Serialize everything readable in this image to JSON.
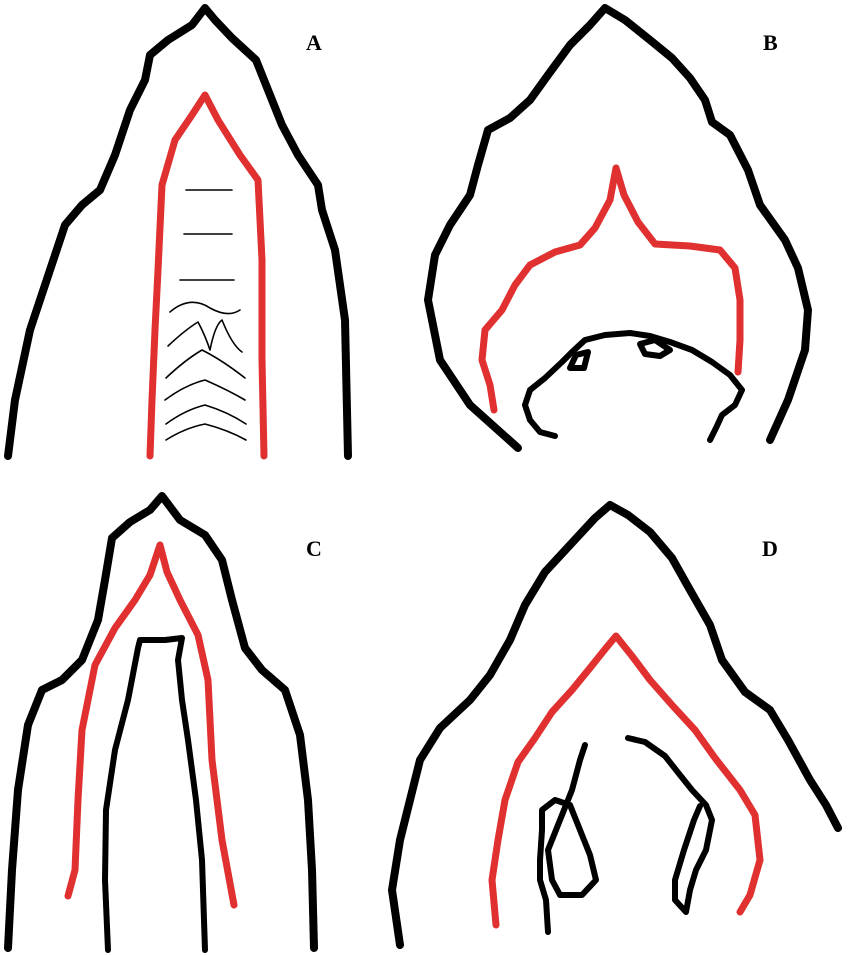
{
  "panels": [
    {
      "id": "A",
      "label": "A"
    },
    {
      "id": "B",
      "label": "B"
    },
    {
      "id": "C",
      "label": "C"
    },
    {
      "id": "D",
      "label": "D"
    }
  ],
  "colors": {
    "outline": "#000000",
    "highlight": "#e03030",
    "background": "#ffffff"
  }
}
